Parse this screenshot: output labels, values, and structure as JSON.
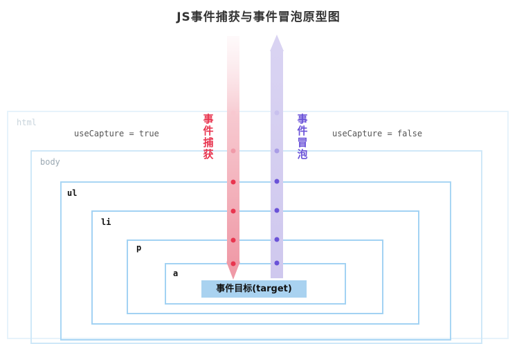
{
  "title": "JS事件捕获与事件冒泡原型图",
  "boxes": {
    "html": "html",
    "body": "body",
    "ul": "ul",
    "li": "li",
    "p": "p",
    "a": "a"
  },
  "use_capture_true": "useCapture = true",
  "use_capture_false": "useCapture = false",
  "capture_label": [
    "事",
    "件",
    "捕",
    "获"
  ],
  "bubble_label": [
    "事",
    "件",
    "冒",
    "泡"
  ],
  "target_label": "事件目标(target)",
  "colors": {
    "capture": "#e8354f",
    "bubble": "#6a52d8",
    "box_border": "#a2d2f3",
    "target_bg": "#a9d2f0"
  }
}
